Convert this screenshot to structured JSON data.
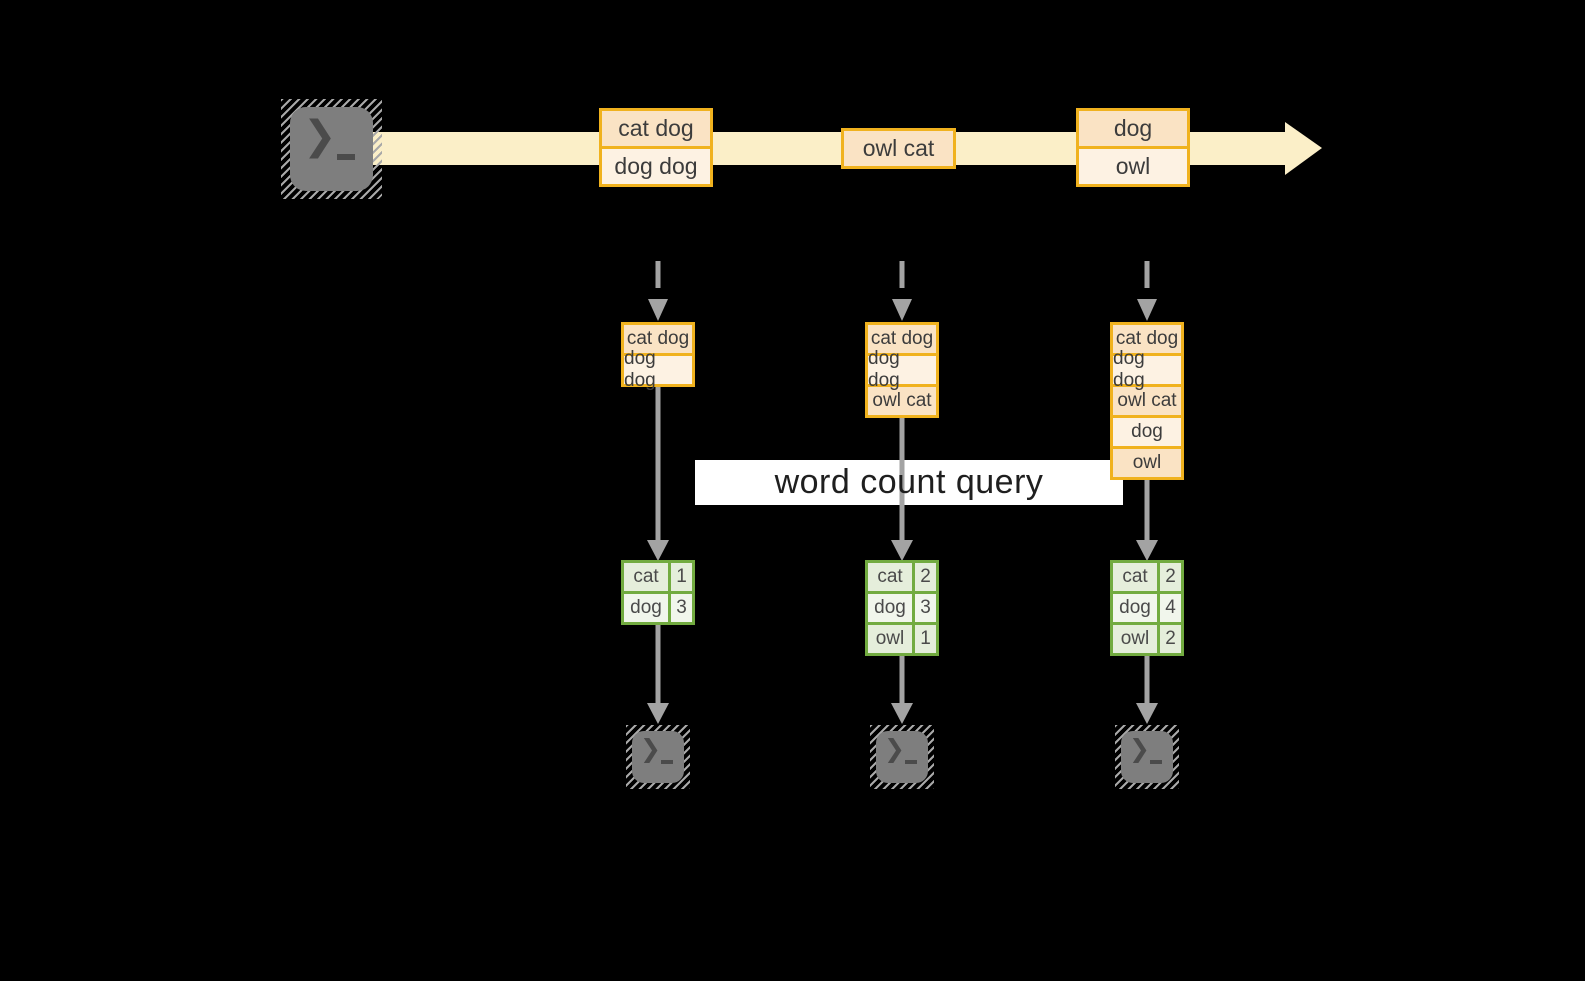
{
  "colors": {
    "background": "#000000",
    "stream_band": "#FBEFC8",
    "record_border": "#F0B21E",
    "record_fill_dark": "#FAE3C4",
    "record_fill_light": "#FDF2E3",
    "count_border": "#72AB40",
    "count_fill_dark": "#E5EEDB",
    "count_fill_light": "#F1F6EC",
    "arrow_gray": "#A3A3A3",
    "terminal_gray": "#7E7E7E",
    "banner_bg": "#FFFFFF"
  },
  "icons": {
    "terminal_prompt_chevron": "❯"
  },
  "banner": {
    "label": "word count query"
  },
  "stream_boxes": [
    {
      "cells": [
        "cat dog",
        "dog dog"
      ]
    },
    {
      "cells": [
        "owl cat"
      ]
    },
    {
      "cells": [
        "dog",
        "owl"
      ]
    }
  ],
  "columns": [
    {
      "buffer_cells": [
        "cat dog",
        "dog dog"
      ],
      "count_rows": [
        {
          "word": "cat",
          "value": "1"
        },
        {
          "word": "dog",
          "value": "3"
        }
      ]
    },
    {
      "buffer_cells": [
        "cat dog",
        "dog dog",
        "owl cat"
      ],
      "count_rows": [
        {
          "word": "cat",
          "value": "2"
        },
        {
          "word": "dog",
          "value": "3"
        },
        {
          "word": "owl",
          "value": "1"
        }
      ]
    },
    {
      "buffer_cells": [
        "cat dog",
        "dog dog",
        "owl cat",
        "dog",
        "owl"
      ],
      "count_rows": [
        {
          "word": "cat",
          "value": "2"
        },
        {
          "word": "dog",
          "value": "4"
        },
        {
          "word": "owl",
          "value": "2"
        }
      ]
    }
  ]
}
